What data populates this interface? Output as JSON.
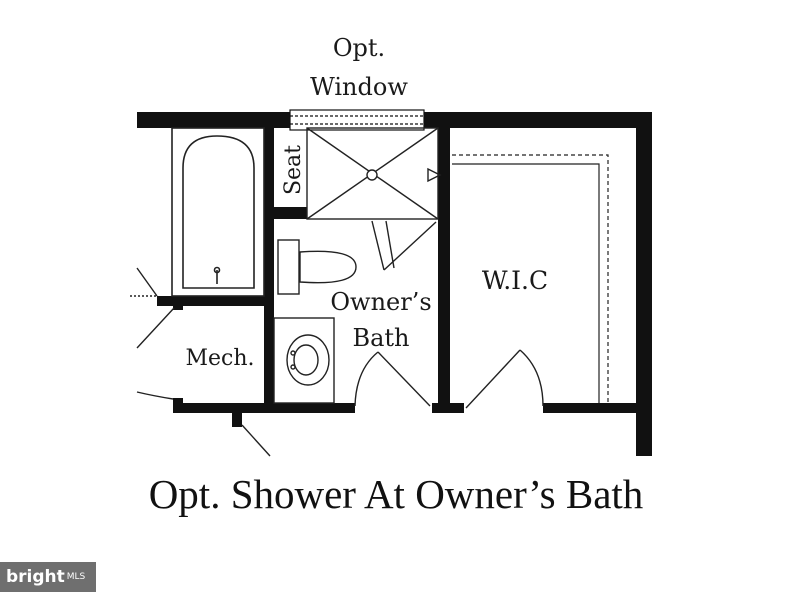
{
  "labels": {
    "opt_window": "Opt. Window",
    "seat": "Seat",
    "wic": "W.I.C",
    "owners_bath": "Owner’s Bath",
    "mech": "Mech."
  },
  "caption": "Opt. Shower At Owner’s Bath",
  "watermark": {
    "brand": "bright",
    "suffix": "MLS"
  },
  "colors": {
    "wall": "#111111",
    "background": "#ffffff",
    "watermark_bg": "#6f6f6f"
  }
}
